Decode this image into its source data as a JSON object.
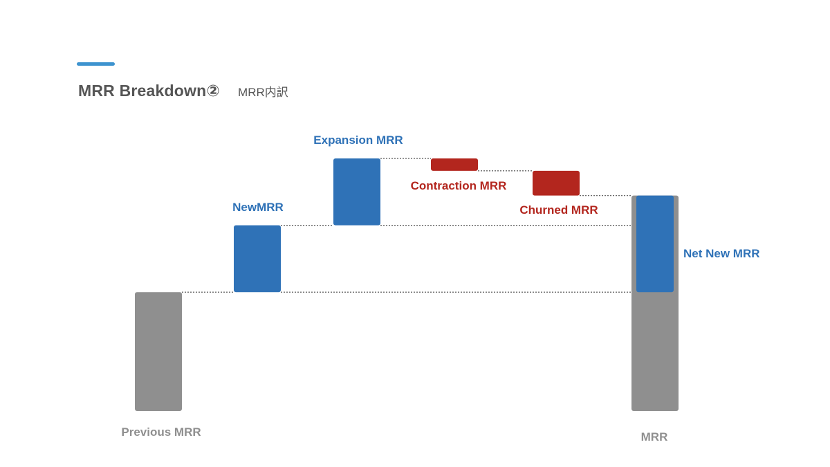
{
  "slide": {
    "title": "MRR Breakdown②",
    "subtitle": "MRR内訳",
    "accent_color": "#3d93cf"
  },
  "chart_data": {
    "type": "bar",
    "variant": "waterfall",
    "ylim": [
      0,
      100
    ],
    "grid": false,
    "legend": "none",
    "colors": {
      "total": "#8f8f8f",
      "increase": "#2f72b7",
      "decrease": "#b3261e",
      "connector": "#555555"
    },
    "bars": [
      {
        "key": "previous",
        "label": "Previous MRR",
        "kind": "total",
        "start": 0,
        "end": 48
      },
      {
        "key": "new",
        "label": "NewMRR",
        "kind": "increase",
        "start": 48,
        "end": 75
      },
      {
        "key": "expansion",
        "label": "Expansion MRR",
        "kind": "increase",
        "start": 75,
        "end": 102
      },
      {
        "key": "contraction",
        "label": "Contraction MRR",
        "kind": "decrease",
        "start": 102,
        "end": 97
      },
      {
        "key": "churned",
        "label": "Churned MRR",
        "kind": "decrease",
        "start": 97,
        "end": 87
      },
      {
        "key": "mrr",
        "label": "MRR",
        "kind": "total",
        "start": 0,
        "end": 87,
        "overlay": {
          "label": "Net New MRR",
          "kind": "increase",
          "start": 48,
          "end": 87
        }
      }
    ]
  }
}
